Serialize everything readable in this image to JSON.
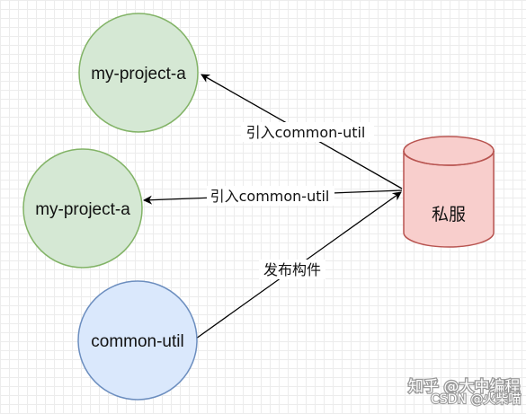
{
  "nodes": {
    "project_a_top": {
      "label": "my-project-a",
      "fill": "#d5e8d4",
      "stroke": "#82b366"
    },
    "project_a_mid": {
      "label": "my-project-a",
      "fill": "#d5e8d4",
      "stroke": "#82b366"
    },
    "common_util": {
      "label": "common-util",
      "fill": "#dae8fc",
      "stroke": "#6c8ebf"
    },
    "private_repo": {
      "label": "私服",
      "fill": "#f8cecc",
      "stroke": "#b85450"
    }
  },
  "edges": [
    {
      "label": "引入common-util"
    },
    {
      "label": "引入common-util"
    },
    {
      "label": "发布构件"
    }
  ],
  "watermark": {
    "zhihu": "知乎 @大中编程",
    "csdn": "CSDN @火柴喵"
  }
}
